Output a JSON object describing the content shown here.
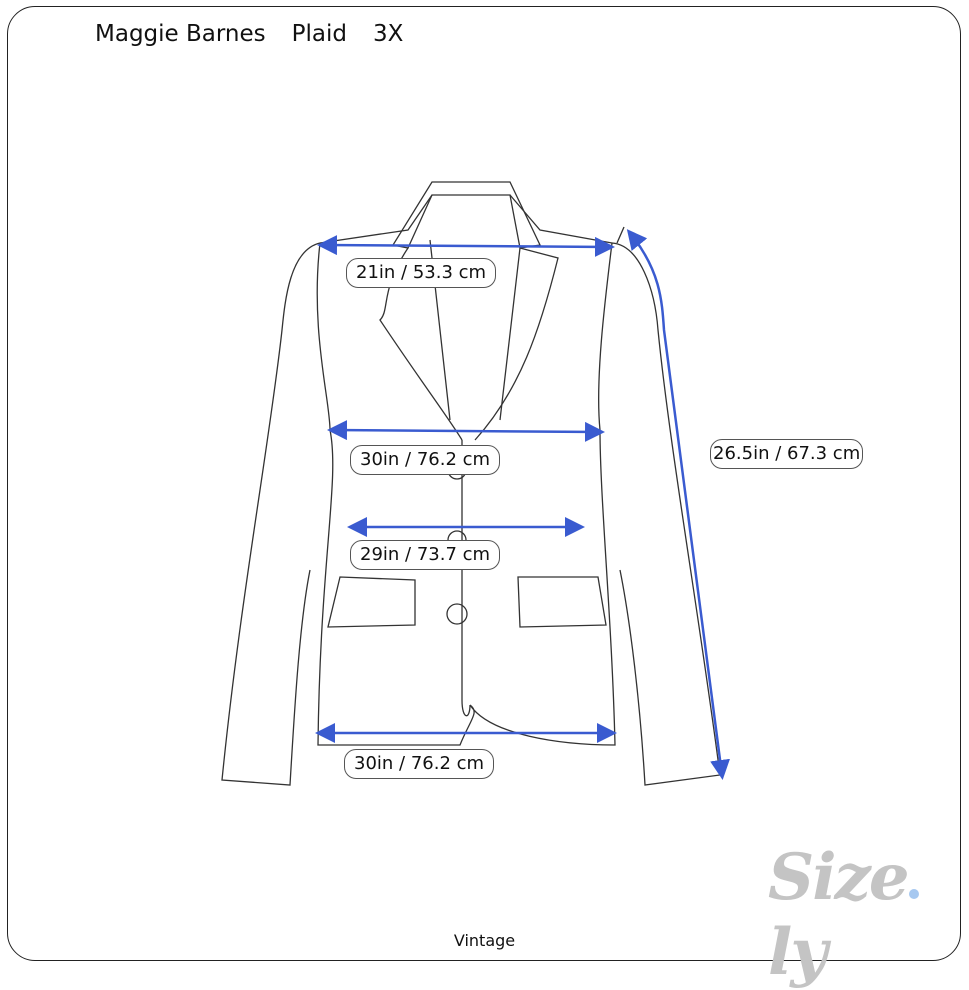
{
  "header": {
    "brand": "Maggie Barnes",
    "pattern": "Plaid",
    "size": "3X"
  },
  "measurements": [
    {
      "name": "shoulder",
      "label": "21in / 53.3 cm"
    },
    {
      "name": "chest",
      "label": "30in / 76.2 cm"
    },
    {
      "name": "waist",
      "label": "29in / 73.7 cm"
    },
    {
      "name": "hem",
      "label": "30in / 76.2 cm"
    },
    {
      "name": "length",
      "label": "26.5in / 67.3 cm"
    }
  ],
  "footer": {
    "condition": "Vintage"
  },
  "logo": {
    "text": "Size.ly"
  },
  "colors": {
    "arrow": "#3a5bd0",
    "outline": "#333333",
    "logo": "#c4c4c4",
    "logo_dot": "#a6c8f0"
  }
}
